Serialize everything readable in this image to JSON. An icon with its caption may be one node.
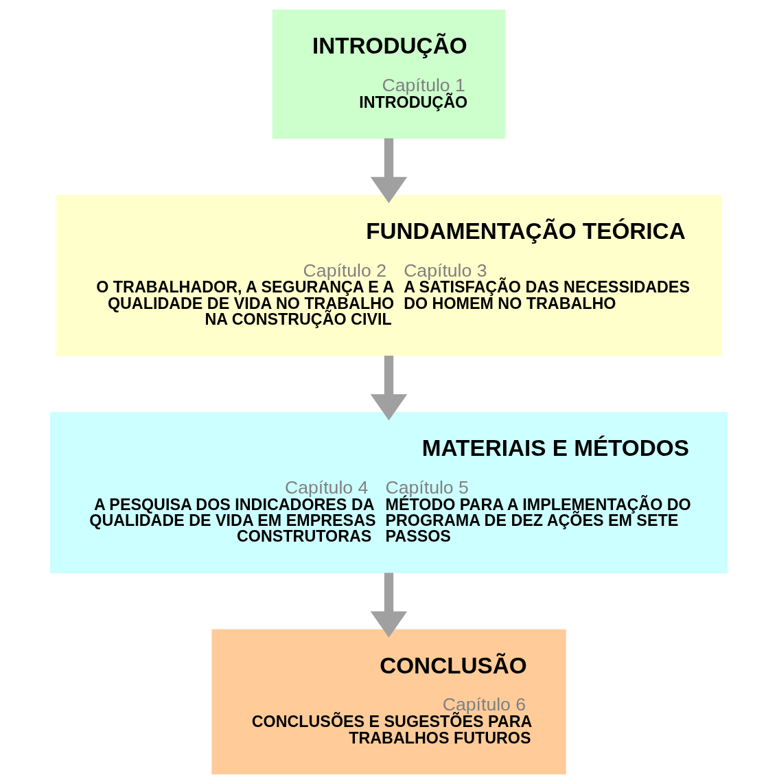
{
  "diagram": {
    "nodes": [
      {
        "text": [
          "INTRODUÇÃO",
          "Capítulo 1",
          "INTRODUÇÃO"
        ]
      },
      {
        "text": [
          "FUNDAMENTAÇÃO TEÓRICA",
          "Capítulo 2",
          "O TRABALHADOR, A SEGURANÇA E A QUALIDADE DE VIDA NO TRABALHO NA CONSTRUÇÃO CIVIL",
          "Capítulo 3",
          "A SATISFAÇÃO DAS NECESSIDADES DO HOMEM NO TRABALHO"
        ]
      },
      {
        "text": [
          "MATERIAIS E MÉTODOS",
          "Capítulo 4",
          "A PESQUISA DOS INDICADORES DA QUALIDADE DE VIDA EM EMPRESAS CONSTRUTORAS",
          "Capítulo 5",
          "MÉTODO PARA A IMPLEMENTAÇÃO DO PROGRAMA DE DEZ AÇÕES EM SETE PASSOS"
        ]
      },
      {
        "text": [
          "CONCLUSÃO",
          "Capítulo 6",
          "CONCLUSÕES E SUGESTÕES PARA TRABALHOS FUTUROS"
        ]
      }
    ],
    "edges": [
      {
        "from": 0,
        "to": 1,
        "arrow": "to"
      },
      {
        "from": 1,
        "to": 2,
        "arrow": "to"
      },
      {
        "from": 2,
        "to": 3,
        "arrow": "to"
      }
    ]
  }
}
